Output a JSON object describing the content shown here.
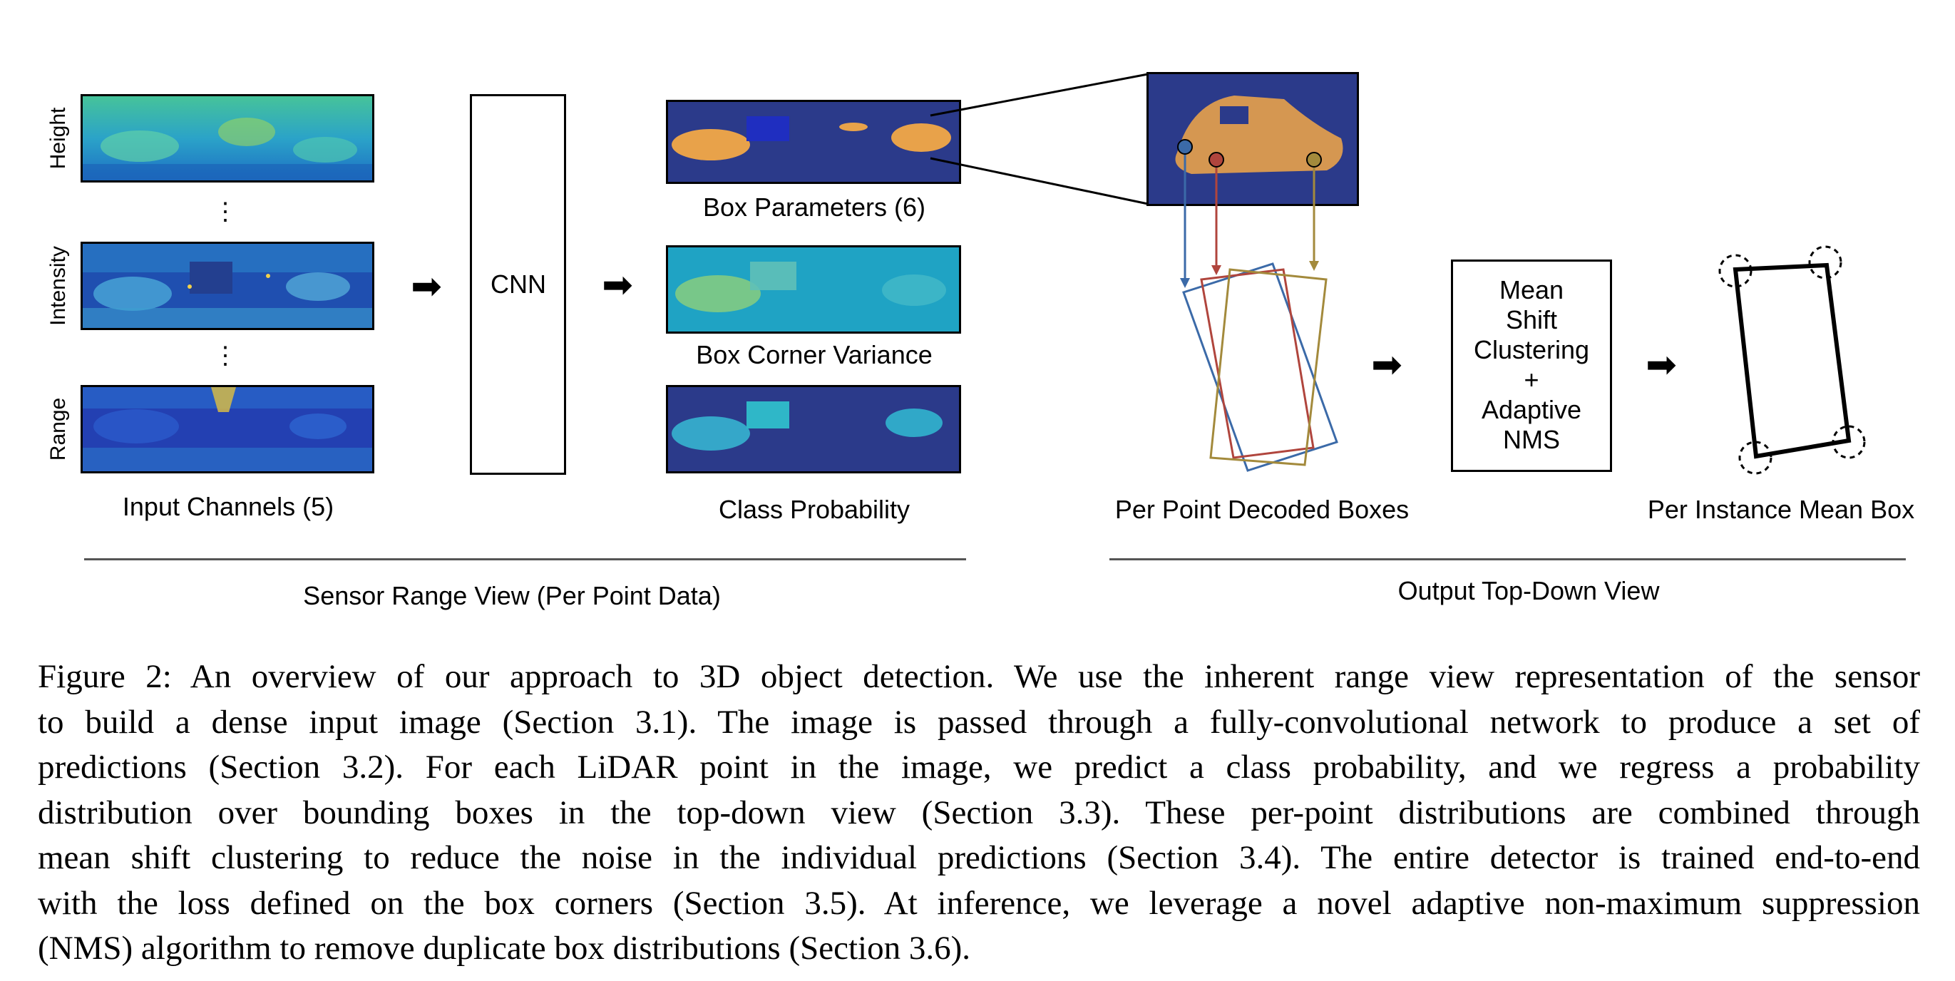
{
  "figure": {
    "input_channel_labels": [
      "Height",
      "Intensity",
      "Range"
    ],
    "ellipsis": "⋮",
    "input_channels_label": "Input Channels (5)",
    "cnn_label": "CNN",
    "box_parameters_label": "Box Parameters (6)",
    "box_corner_variance_label": "Box Corner Variance",
    "class_probability_label": "Class Probability",
    "decoded_boxes_label": "Per Point Decoded Boxes",
    "clustering_lines": [
      "Mean",
      "Shift",
      "Clustering",
      "+",
      "Adaptive",
      "NMS"
    ],
    "mean_box_label": "Per Instance Mean Box",
    "sensor_view_label": "Sensor Range View (Per Point Data)",
    "output_view_label": "Output Top-Down View",
    "colors": {
      "panel_dark": "#2b3a8a",
      "panel_teal": "#1fa3c4",
      "car_orange": "#e8a24a",
      "box_blue": "#3b6aa8",
      "box_red": "#b0453d",
      "box_olive": "#a38a3c"
    }
  },
  "caption": {
    "lines": [
      "Figure 2: An overview of our approach to 3D object detection. We use the inherent range view representation of the sensor",
      "to build a dense input image (Section 3.1). The image is passed through a fully-convolutional network to produce a set of",
      "predictions (Section 3.2). For each LiDAR point in the image, we predict a class probability, and we regress a probability",
      "distribution over bounding boxes in the top-down view (Section 3.3). These per-point distributions are combined through",
      "mean shift clustering to reduce the noise in the individual predictions (Section 3.4). The entire detector is trained end-to-end",
      "with the loss defined on the box corners (Section 3.5). At inference, we leverage a novel adaptive non-maximum suppression",
      "(NMS) algorithm to remove duplicate box distributions (Section 3.6)."
    ]
  }
}
